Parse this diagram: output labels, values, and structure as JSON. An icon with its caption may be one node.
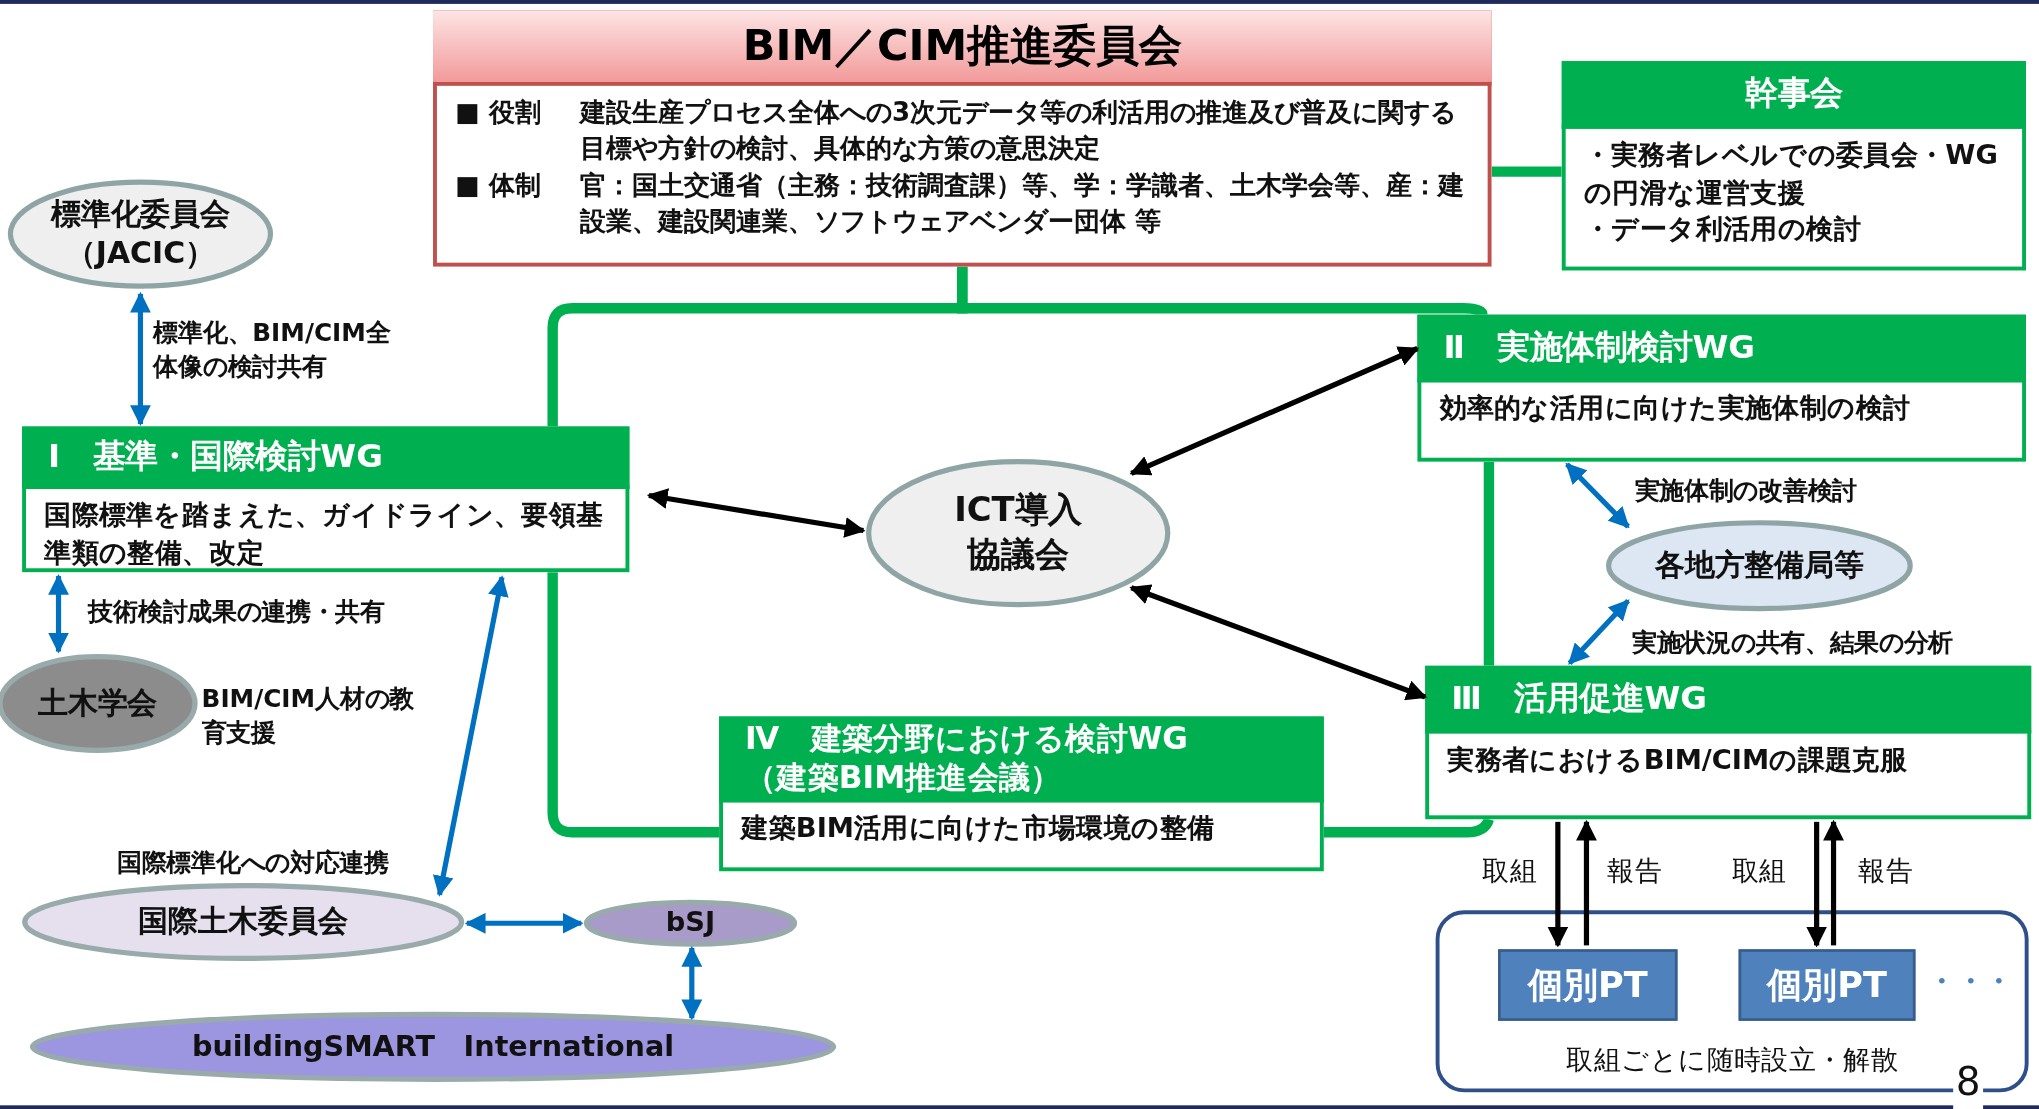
{
  "diagram": {
    "nodes": [
      {
        "text": [
          "BIM／CIM推進委員会",
          "■ 役割",
          "建設生産プロセス全体への3次元データ等の利活用の推進及び普及に関する目標や方針の検討、具体的な方策の意思決定",
          "■ 体制",
          "官：国土交通省（主務：技術調査課）等、学：学識者、土木学会等、産：建設業、建設関連業、ソフトウェアベンダー団体 等"
        ]
      },
      {
        "text": [
          "幹事会",
          "・実務者レベルでの委員会・WGの円滑な運営支援",
          "・データ利活用の検討"
        ]
      },
      {
        "text": [
          "標準化委員会（JACIC）"
        ]
      },
      {
        "text": [
          "Ⅰ　基準・国際検討WG",
          "国際標準を踏まえた、ガイドライン、要領基準類の整備、改定"
        ]
      },
      {
        "text": [
          "ICT導入協議会"
        ]
      },
      {
        "text": [
          "Ⅱ　実施体制検討WG",
          "効率的な活用に向けた実施体制の検討"
        ]
      },
      {
        "text": [
          "各地方整備局等"
        ]
      },
      {
        "text": [
          "Ⅲ　活用促進WG",
          "実務者におけるBIM/CIMの課題克服"
        ]
      },
      {
        "text": [
          "Ⅳ　建築分野における検討WG（建築BIM推進会議）",
          "建築BIM活用に向けた市場環境の整備"
        ]
      },
      {
        "text": [
          "土木学会"
        ],
        "beside": [
          "BIM/CIM人材の教育支援"
        ]
      },
      {
        "text": [
          "国際土木委員会"
        ]
      },
      {
        "text": [
          "bSJ"
        ]
      },
      {
        "text": [
          "buildingSMART　International"
        ]
      },
      {
        "text": [
          "取組ごとに随時設立・解散"
        ]
      },
      {
        "text": [
          "個別PT"
        ],
        "in": 13
      },
      {
        "text": [
          "個別PT"
        ],
        "in": 13
      }
    ],
    "edges": [
      {
        "from": 0,
        "to": 1,
        "arrow": "none",
        "style": "thick",
        "color": "#00b050"
      },
      {
        "from": 0,
        "to": 3,
        "arrow": "none",
        "style": "thick",
        "color": "#00b050"
      },
      {
        "from": 0,
        "to": 5,
        "arrow": "none",
        "style": "thick",
        "color": "#00b050"
      },
      {
        "from": 5,
        "to": 7,
        "arrow": "none",
        "style": "thick",
        "color": "#00b050"
      },
      {
        "from": 7,
        "to": 8,
        "arrow": "none",
        "style": "thick",
        "color": "#00b050"
      },
      {
        "from": 3,
        "to": 8,
        "arrow": "none",
        "style": "thick",
        "color": "#00b050"
      },
      {
        "from": 2,
        "to": 3,
        "arrow": "both",
        "label": "標準化、BIM/CIM全体像の検討共有",
        "color": "#0070c0"
      },
      {
        "from": 3,
        "to": 9,
        "arrow": "both",
        "label": "技術検討成果の連携・共有",
        "color": "#0070c0"
      },
      {
        "from": 10,
        "to": 3,
        "arrow": "both",
        "label": "国際標準化への対応連携",
        "color": "#0070c0"
      },
      {
        "from": 10,
        "to": 11,
        "arrow": "both",
        "color": "#0070c0"
      },
      {
        "from": 11,
        "to": 12,
        "arrow": "both",
        "color": "#0070c0"
      },
      {
        "from": 5,
        "to": 6,
        "arrow": "both",
        "label": "実施体制の改善検討",
        "color": "#0070c0"
      },
      {
        "from": 6,
        "to": 7,
        "arrow": "both",
        "label": "実施状況の共有、結果の分析",
        "color": "#0070c0"
      },
      {
        "from": 4,
        "to": 3,
        "arrow": "both",
        "color": "#000000"
      },
      {
        "from": 4,
        "to": 5,
        "arrow": "both",
        "color": "#000000"
      },
      {
        "from": 4,
        "to": 7,
        "arrow": "both",
        "color": "#000000"
      },
      {
        "from": 7,
        "to": 14,
        "arrow": "to",
        "label": "取組",
        "color": "#000000"
      },
      {
        "from": 14,
        "to": 7,
        "arrow": "to",
        "label": "報告",
        "color": "#000000"
      },
      {
        "from": 7,
        "to": 15,
        "arrow": "to",
        "label": "取組",
        "color": "#000000"
      },
      {
        "from": 15,
        "to": 7,
        "arrow": "to",
        "label": "報告",
        "color": "#000000"
      }
    ],
    "labels": [
      "・・・",
      "8"
    ]
  }
}
